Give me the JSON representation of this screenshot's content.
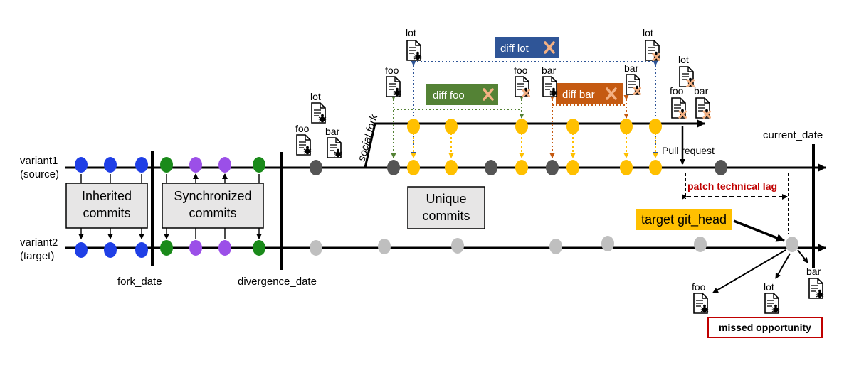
{
  "variants": {
    "source_name": "variant1",
    "source_role": "(source)",
    "target_name": "variant2",
    "target_role": "(target)"
  },
  "dates": {
    "fork": "fork_date",
    "divergence": "divergence_date",
    "current": "current_date"
  },
  "boxes": {
    "inherited_l1": "Inherited",
    "inherited_l2": "commits",
    "synchronized_l1": "Synchronized",
    "synchronized_l2": "commits",
    "unique_l1": "Unique",
    "unique_l2": "commits"
  },
  "labels": {
    "social_fork": "social fork",
    "pull_request": "Pull request",
    "patch_lag": "patch technical lag",
    "target_head": "target git_head",
    "missed": "missed opportunity"
  },
  "diffs": {
    "lot": "diff lot",
    "foo": "diff foo",
    "bar": "diff bar"
  },
  "files": {
    "lot": "lot",
    "foo": "foo",
    "bar": "bar"
  },
  "colors": {
    "inherited": "#1f3fe6",
    "sync_green": "#1a8a1a",
    "sync_purple": "#9b4fe8",
    "unique_gray": "#555555",
    "patch_yellow": "#ffc000",
    "target_gray": "#bfbfbf",
    "diff_lot": "#2f5597",
    "diff_foo": "#548235",
    "diff_bar": "#c55a11",
    "cross": "#f4b183",
    "lag_text": "#c00000",
    "head_bg": "#ffc000",
    "missed_border": "#c00000",
    "box_fill": "#e7e6e6"
  }
}
